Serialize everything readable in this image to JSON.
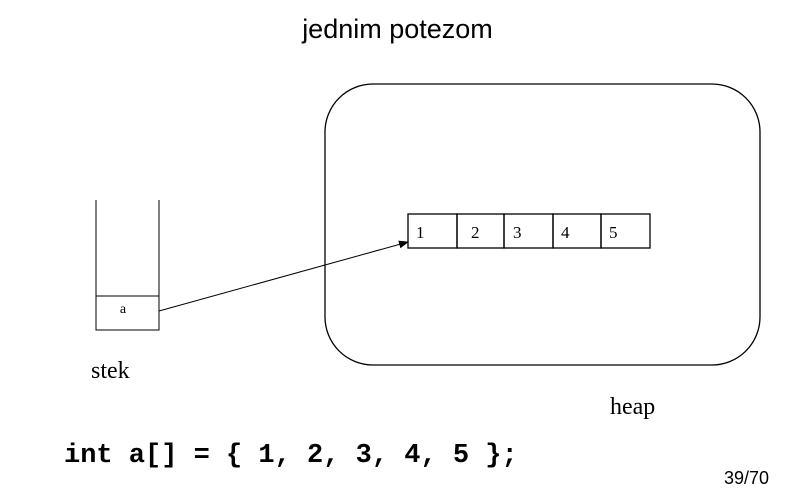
{
  "slide": {
    "title": "jednim potezom",
    "page_number": "39/70"
  },
  "stack": {
    "label": "stek",
    "cell_label": "a"
  },
  "heap": {
    "label": "heap",
    "array_cells": [
      "1",
      "2",
      "3",
      "4",
      "5"
    ]
  },
  "code": {
    "line": "int a[] = { 1, 2, 3, 4, 5 };"
  },
  "colors": {
    "stroke": "#000000",
    "background": "#ffffff"
  }
}
